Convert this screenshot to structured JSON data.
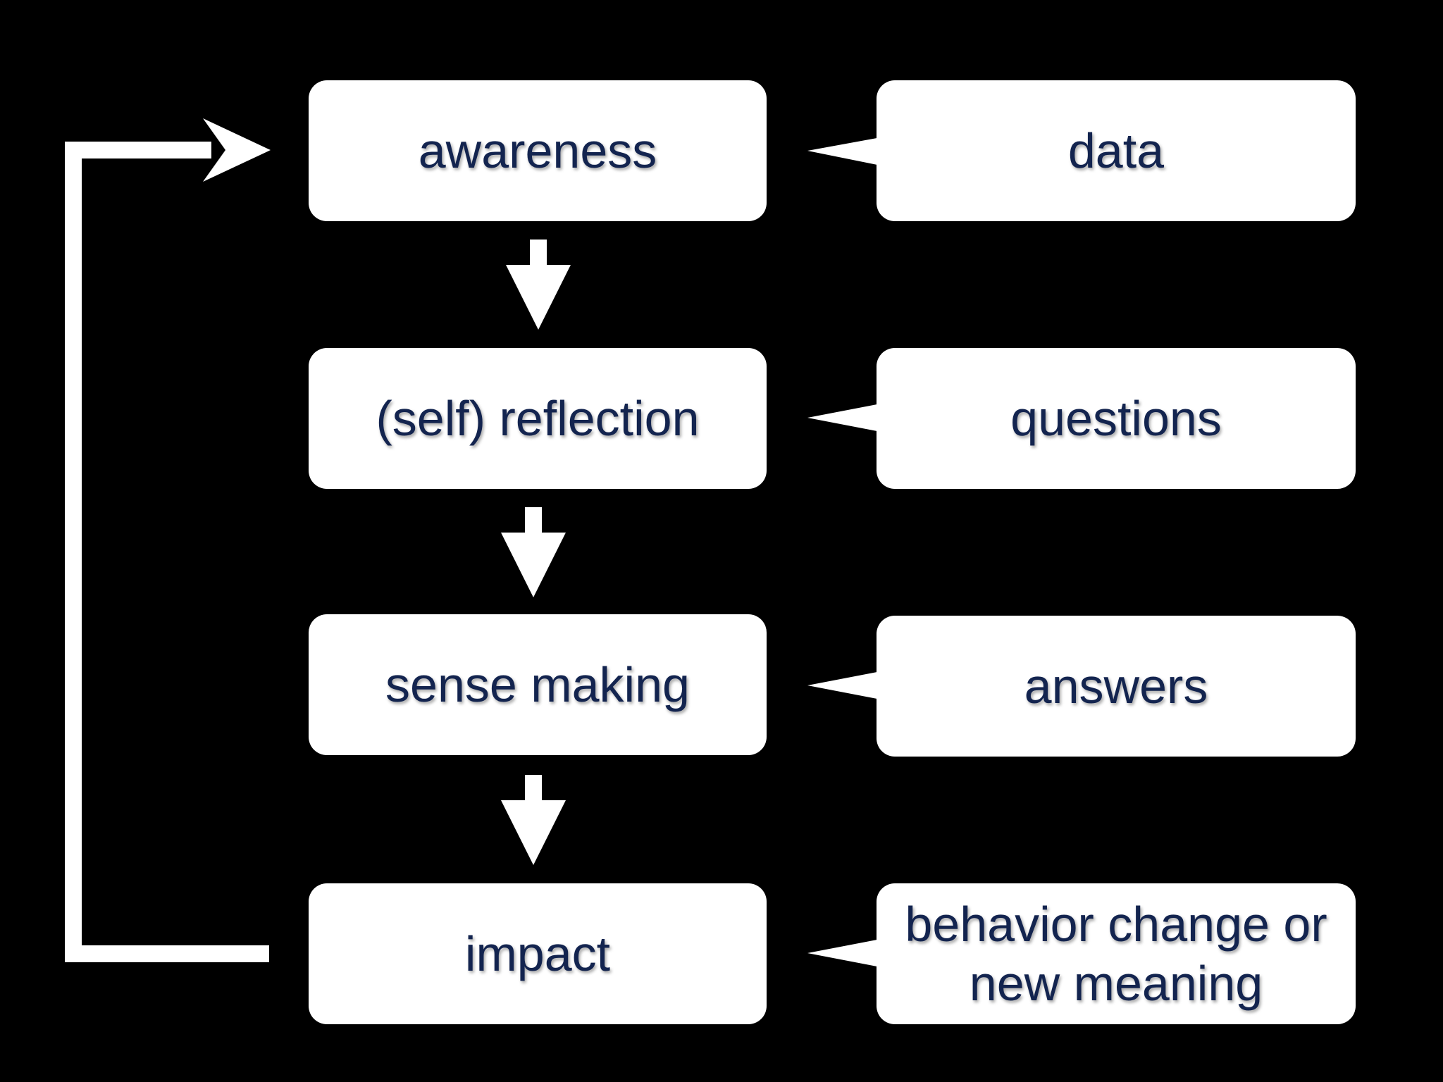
{
  "stages": [
    {
      "label": "awareness"
    },
    {
      "label": "(self) reflection"
    },
    {
      "label": "sense making"
    },
    {
      "label": "impact"
    }
  ],
  "outputs": [
    {
      "label": "data"
    },
    {
      "label": "questions"
    },
    {
      "label": "answers"
    },
    {
      "label": "behavior change or\nnew meaning"
    }
  ],
  "colors": {
    "background": "#000000",
    "box_fill": "#ffffff",
    "text": "#13244f",
    "arrow": "#ffffff"
  }
}
